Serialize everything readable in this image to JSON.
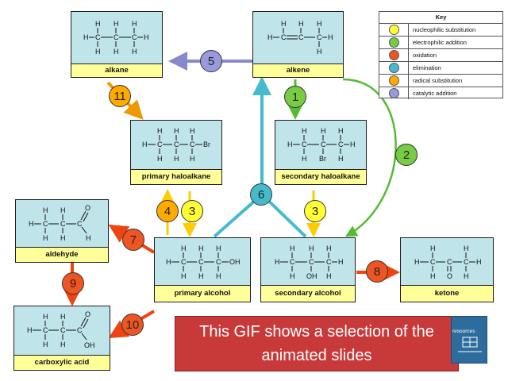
{
  "compounds": {
    "alkane": "alkane",
    "alkene": "alkene",
    "primary_haloalkane": "primary haloalkane",
    "secondary_haloalkane": "secondary haloalkane",
    "aldehyde": "aldehyde",
    "primary_alcohol": "primary alcohol",
    "secondary_alcohol": "secondary alcohol",
    "ketone": "ketone",
    "carboxylic_acid": "carboxylic acid"
  },
  "key": {
    "title": "Key",
    "items": [
      {
        "label": "nucleophilic substitution",
        "color": "#ffff33"
      },
      {
        "label": "electrophilic addition",
        "color": "#77cc44"
      },
      {
        "label": "oxidation",
        "color": "#ee5522"
      },
      {
        "label": "elimination",
        "color": "#44bbcc"
      },
      {
        "label": "radical substitution",
        "color": "#ffaa00"
      },
      {
        "label": "catalytic addition",
        "color": "#9999dd"
      }
    ]
  },
  "reactions": [
    {
      "num": "1",
      "type": "electrophilic addition",
      "color": "#77cc44"
    },
    {
      "num": "2",
      "type": "electrophilic addition",
      "color": "#77cc44"
    },
    {
      "num": "3",
      "type": "nucleophilic substitution",
      "color": "#ffff33"
    },
    {
      "num": "3",
      "type": "nucleophilic substitution",
      "color": "#ffff33"
    },
    {
      "num": "4",
      "type": "radical substitution",
      "color": "#ffaa00"
    },
    {
      "num": "5",
      "type": "catalytic addition",
      "color": "#9999dd"
    },
    {
      "num": "6",
      "type": "elimination",
      "color": "#44bbcc"
    },
    {
      "num": "7",
      "type": "oxidation",
      "color": "#ee5522"
    },
    {
      "num": "8",
      "type": "oxidation",
      "color": "#ee5522"
    },
    {
      "num": "9",
      "type": "oxidation",
      "color": "#ee5522"
    },
    {
      "num": "10",
      "type": "oxidation",
      "color": "#ee5522"
    },
    {
      "num": "11",
      "type": "radical substitution",
      "color": "#ffaa00"
    }
  ],
  "banner": {
    "line1": "This GIF shows a selection of the",
    "line2": "animated slides"
  },
  "logo": {
    "text": "resources"
  }
}
